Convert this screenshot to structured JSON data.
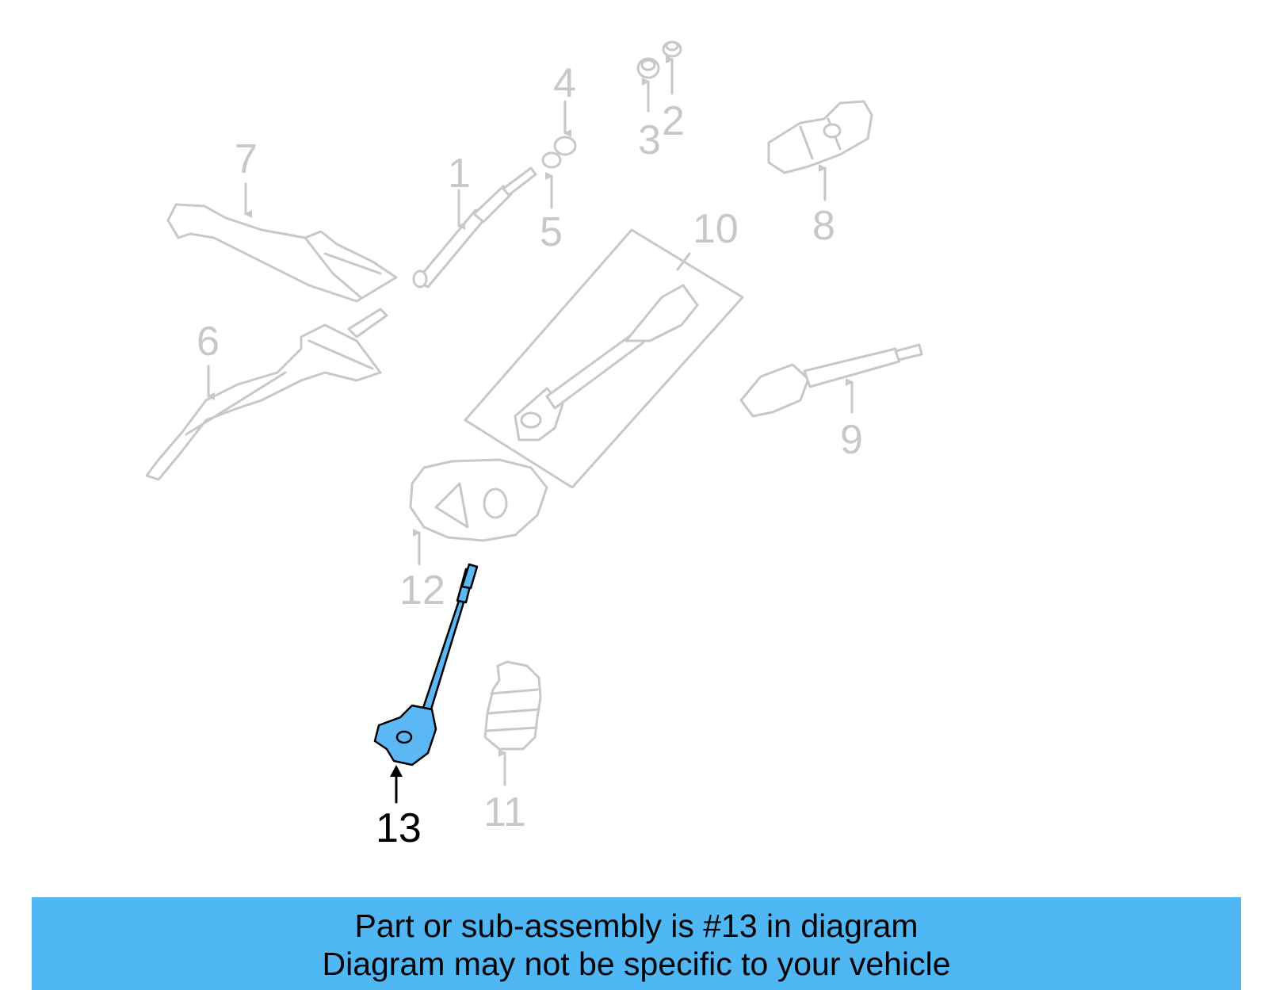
{
  "callouts": {
    "c1": "1",
    "c2": "2",
    "c3": "3",
    "c4": "4",
    "c5": "5",
    "c6": "6",
    "c7": "7",
    "c8": "8",
    "c9": "9",
    "c10": "10",
    "c11": "11",
    "c12": "12",
    "c13": "13"
  },
  "highlight": {
    "part_number": "13",
    "color": "#5bb8f5"
  },
  "banner": {
    "line1": "Part or sub-assembly is #13 in diagram",
    "line2": "Diagram may not be specific to your vehicle",
    "color": "#4fb8f4"
  }
}
